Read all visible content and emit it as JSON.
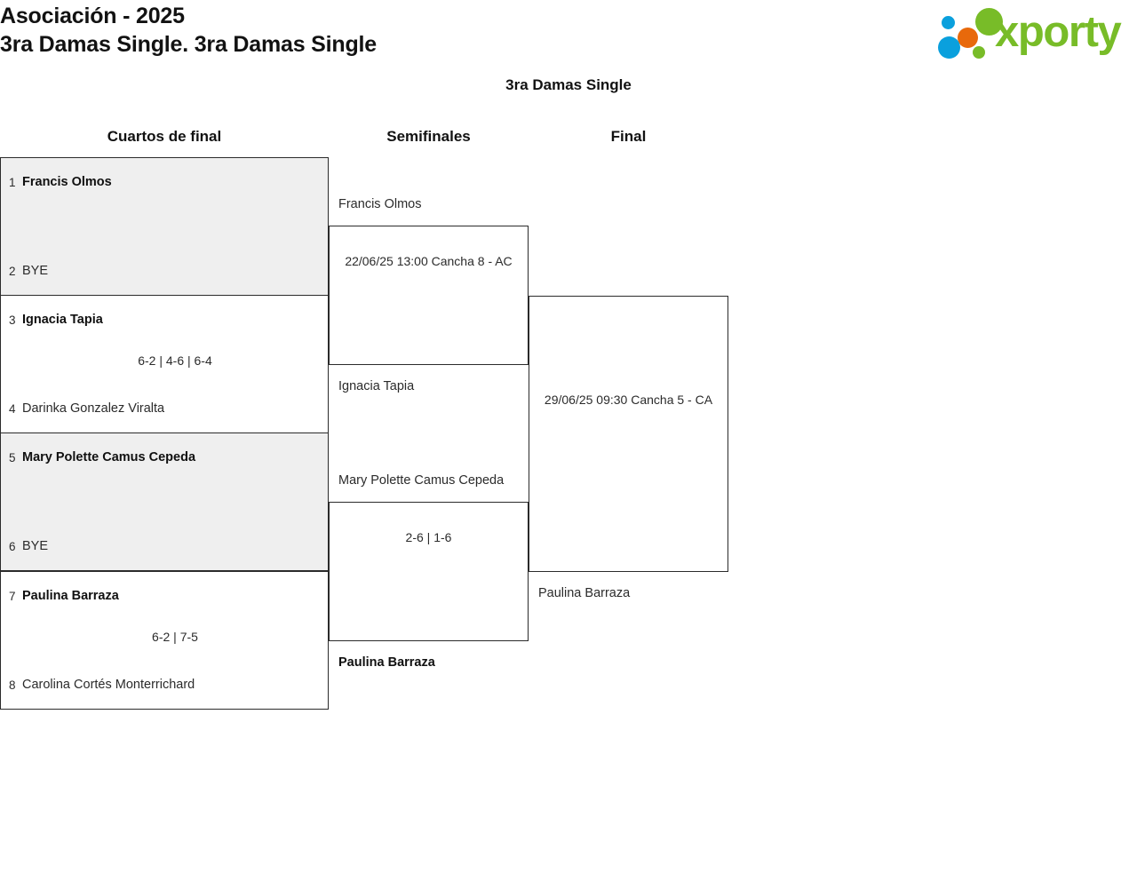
{
  "header": {
    "title_line1": "Asociación - 2025",
    "title_line2": "3ra Damas Single. 3ra Damas Single",
    "logo_text": "xporty"
  },
  "bracket": {
    "title": "3ra Damas Single",
    "rounds": [
      {
        "label": "Cuartos de final"
      },
      {
        "label": "Semifinales"
      },
      {
        "label": "Final"
      }
    ],
    "round1": [
      {
        "top": {
          "seed": "1",
          "name": "Francis Olmos"
        },
        "bottom": {
          "seed": "2",
          "name": "BYE"
        },
        "meta": ""
      },
      {
        "top": {
          "seed": "3",
          "name": "Ignacia Tapia"
        },
        "bottom": {
          "seed": "4",
          "name": "Darinka Gonzalez Viralta"
        },
        "meta": "6-2 | 4-6 | 6-4"
      },
      {
        "top": {
          "seed": "5",
          "name": "Mary Polette Camus Cepeda"
        },
        "bottom": {
          "seed": "6",
          "name": "BYE"
        },
        "meta": ""
      },
      {
        "top": {
          "seed": "7",
          "name": "Paulina Barraza"
        },
        "bottom": {
          "seed": "8",
          "name": "Carolina Cortés Monterrichard"
        },
        "meta": "6-2 | 7-5"
      }
    ],
    "round2": [
      {
        "top": {
          "name": "Francis Olmos"
        },
        "bottom": {
          "name": "Ignacia Tapia"
        },
        "meta": "22/06/25 13:00 Cancha 8 - AC"
      },
      {
        "top": {
          "name": "Mary Polette Camus Cepeda"
        },
        "bottom": {
          "name": "Paulina Barraza"
        },
        "meta": "2-6 | 1-6"
      }
    ],
    "round3": [
      {
        "top": {
          "name": ""
        },
        "bottom": {
          "name": "Paulina Barraza"
        },
        "meta": "29/06/25 09:30 Cancha 5 - CA"
      }
    ]
  },
  "colors": {
    "shaded_row": "#efefef",
    "border": "#2b2b2b",
    "logo_green": "#78bc28",
    "logo_blue": "#0aa0dd",
    "logo_orange": "#e8690b"
  }
}
